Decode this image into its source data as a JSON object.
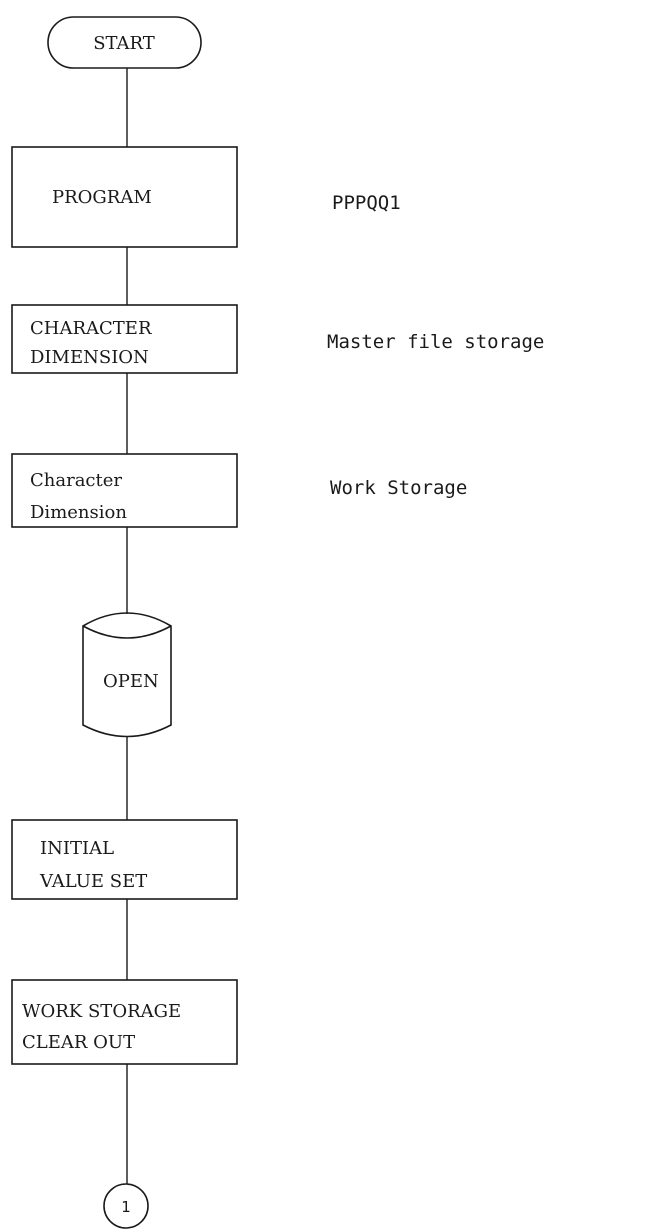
{
  "flowchart": {
    "start": "START",
    "steps": {
      "program": {
        "line1": "PROGRAM",
        "note": "PPPQQ1"
      },
      "character_dimension_upper": {
        "line1": "CHARACTER",
        "line2": "DIMENSION",
        "note": "Master file storage"
      },
      "character_dimension_lower": {
        "line1": "Character",
        "line2": "Dimension",
        "note": "Work Storage"
      },
      "open": {
        "line1": "OPEN"
      },
      "initial_value_set": {
        "line1": "INITIAL",
        "line2": "VALUE SET"
      },
      "work_storage_clear_out": {
        "line1": "WORK STORAGE",
        "line2": "CLEAR OUT"
      }
    },
    "connector": "1"
  }
}
